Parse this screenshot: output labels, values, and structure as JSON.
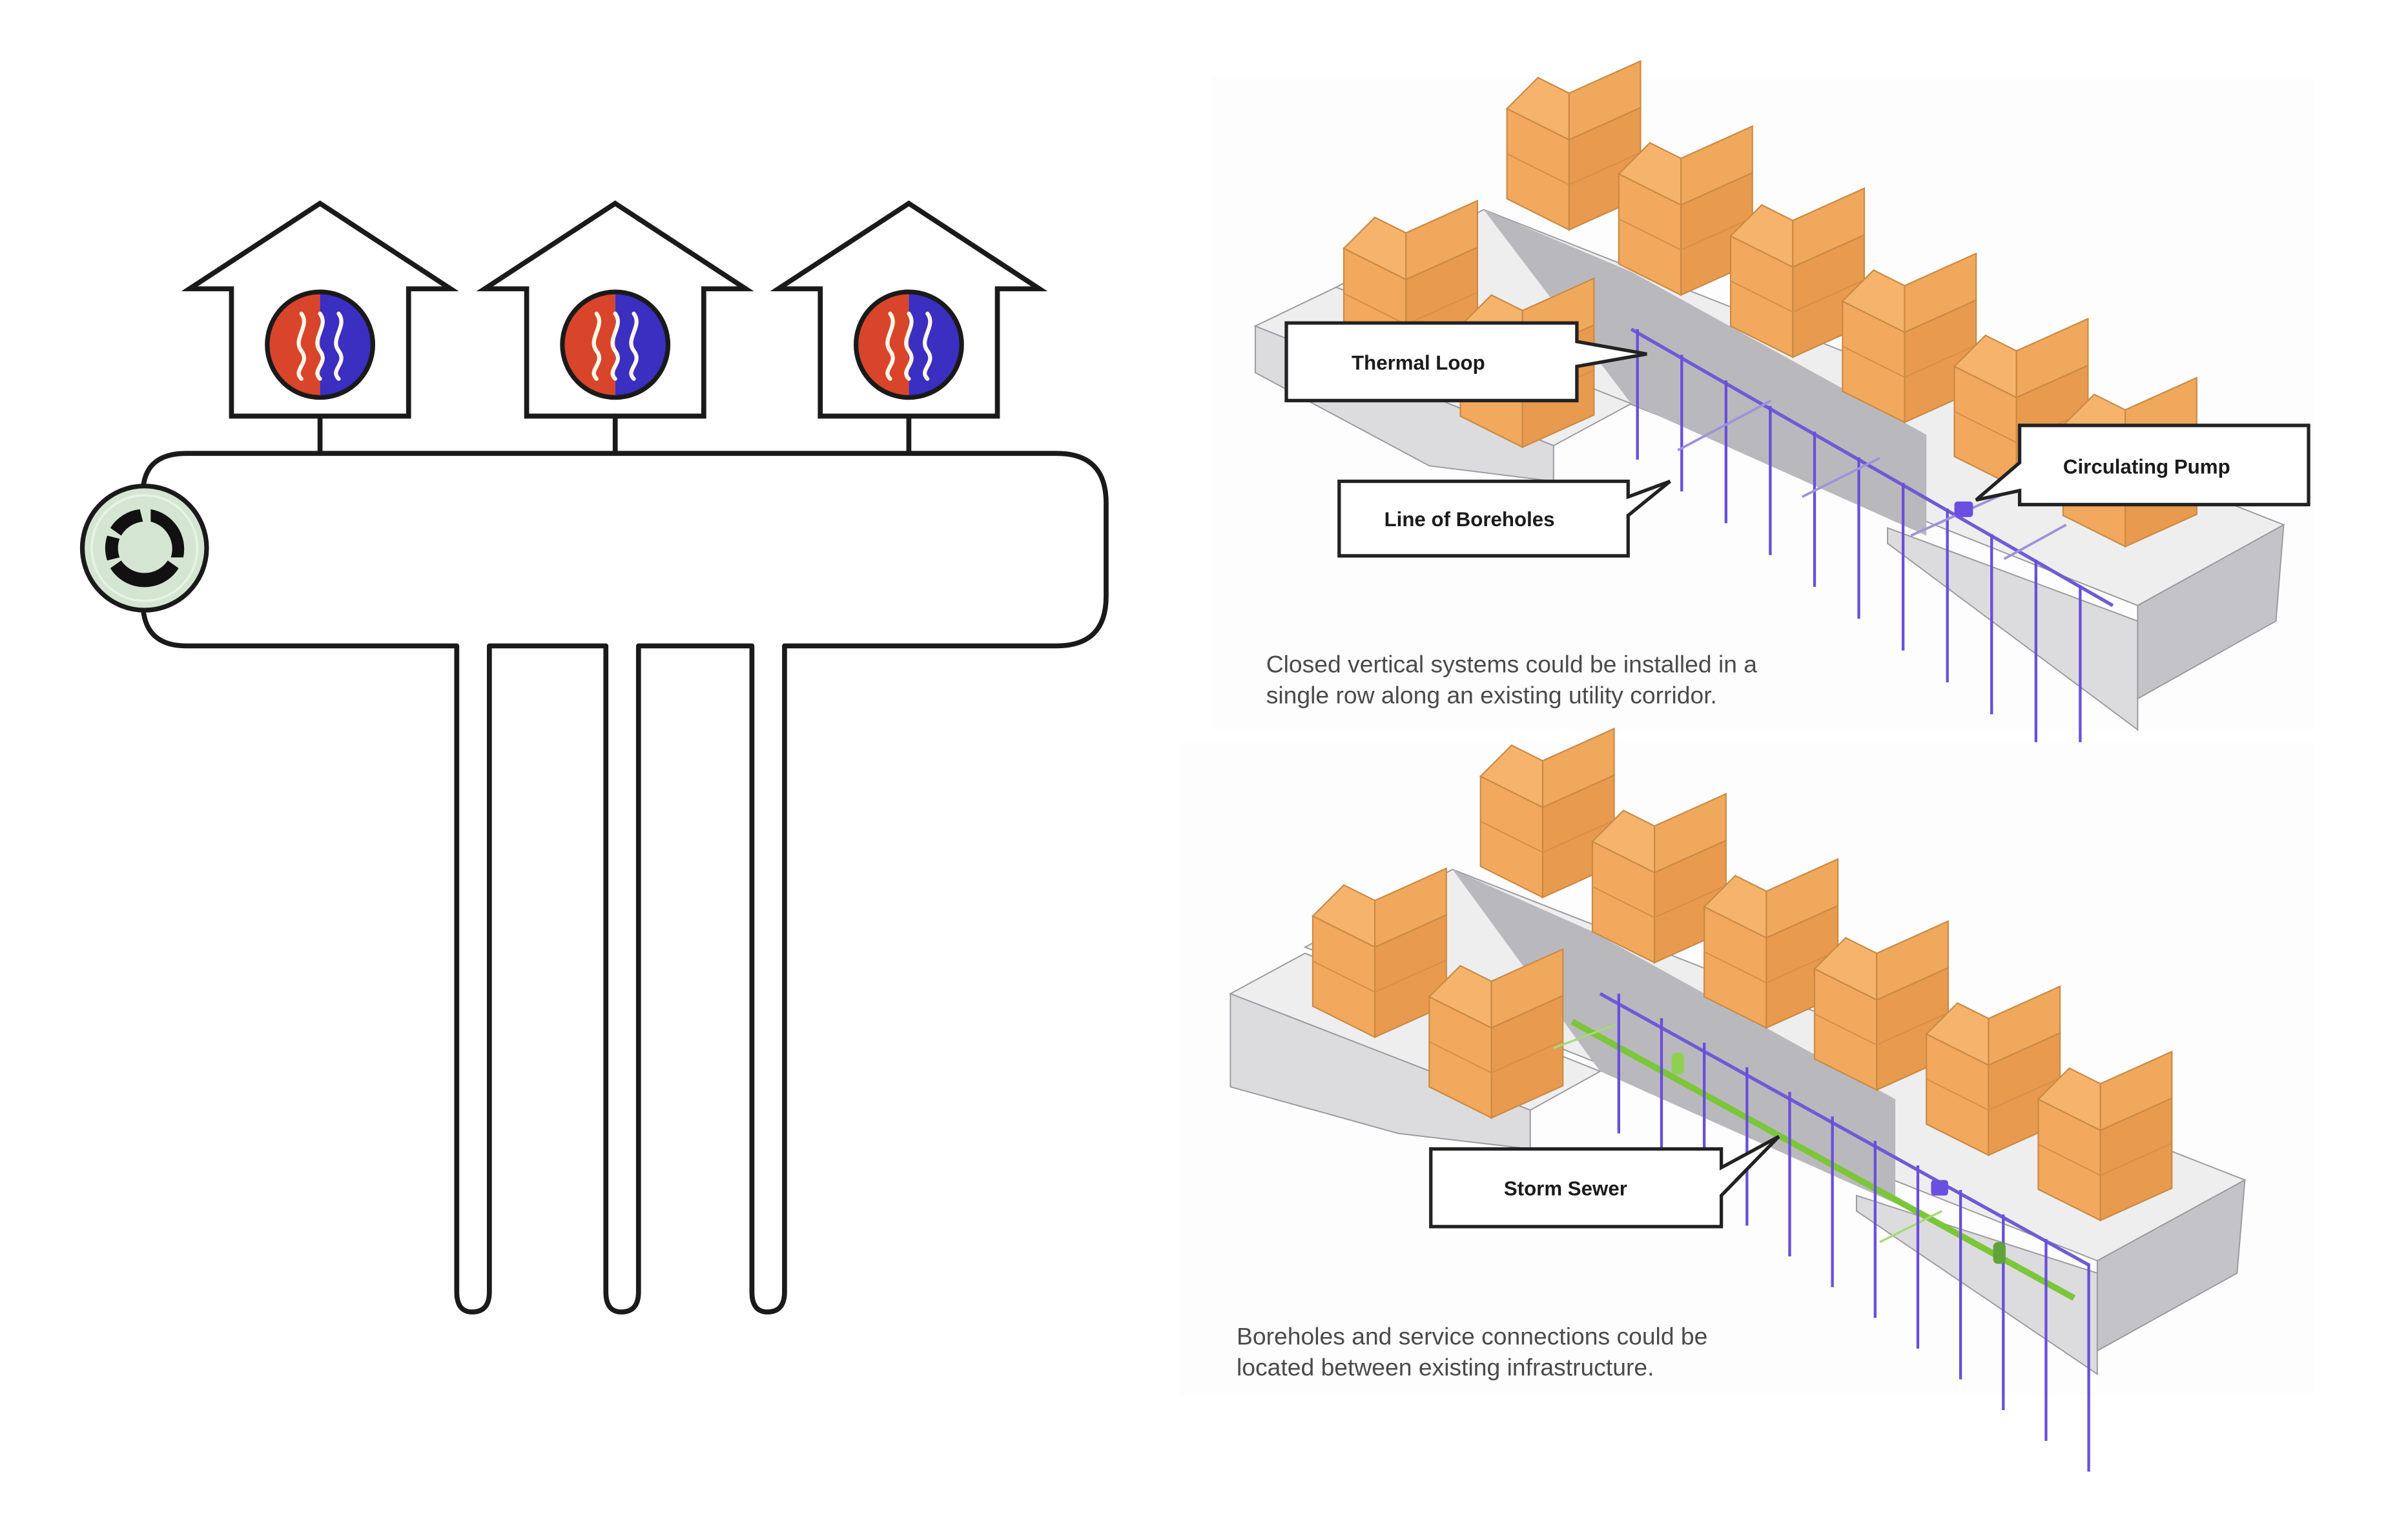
{
  "left_diagram": {
    "title": "",
    "houses": [
      {
        "id": "house-1",
        "icon": "heat-pump-icon",
        "hot_color": "#d9452a",
        "cold_color": "#3a2fc0"
      },
      {
        "id": "house-2",
        "icon": "heat-pump-icon",
        "hot_color": "#d9452a",
        "cold_color": "#3a2fc0"
      },
      {
        "id": "house-3",
        "icon": "heat-pump-icon",
        "hot_color": "#d9452a",
        "cold_color": "#3a2fc0"
      }
    ],
    "loop": {
      "icon": "circulation-pump-icon",
      "pump_fill": "#d4e6d2"
    },
    "boreholes_count": 3
  },
  "top_right_panel": {
    "callouts": {
      "thermal_loop": "Thermal Loop",
      "line_of_boreholes": "Line of Boreholes",
      "circulating_pump": "Circulating Pump"
    },
    "caption_lines": [
      "Closed vertical systems could be installed in a",
      "single row along an existing utility corridor."
    ],
    "borehole_count": 11
  },
  "bottom_right_panel": {
    "callouts": {
      "storm_sewer": "Storm Sewer"
    },
    "caption_lines": [
      "Boreholes and service connections could be",
      "located between existing infrastructure."
    ],
    "borehole_count": 12
  },
  "colors": {
    "house": "#f4ab60",
    "borehole": "#6a4fd8",
    "storm_sewer": "#7cc63a",
    "ground_block": "#e6e6e8"
  }
}
